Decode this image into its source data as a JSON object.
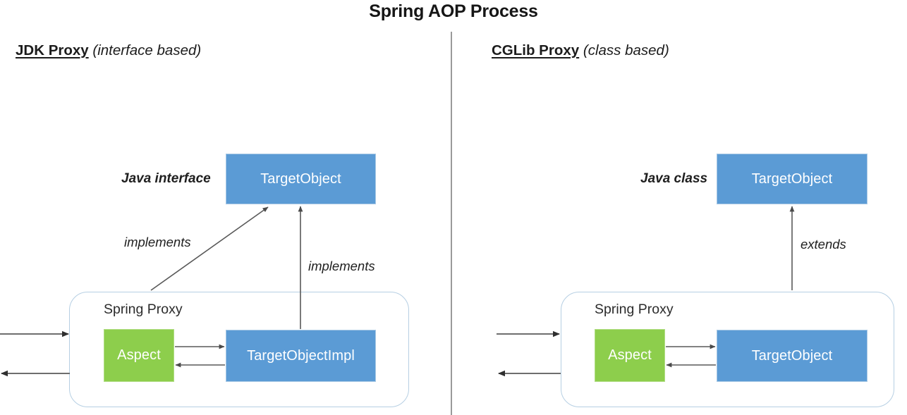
{
  "title": "Spring AOP Process",
  "panels": {
    "left": {
      "heading_strong": "JDK Proxy",
      "heading_italic": " (interface based)",
      "type_label": "Java interface",
      "top_node": "TargetObject",
      "proxy_label": "Spring Proxy",
      "aspect_node": "Aspect",
      "impl_node": "TargetObjectImpl",
      "edge_diagonal": "implements",
      "edge_vertical": "implements"
    },
    "right": {
      "heading_strong": "CGLib Proxy",
      "heading_italic": " (class based)",
      "type_label": "Java class",
      "top_node": "TargetObject",
      "proxy_label": "Spring Proxy",
      "aspect_node": "Aspect",
      "impl_node": "TargetObject",
      "edge_vertical": "extends"
    }
  },
  "colors": {
    "node_blue": "#5B9BD5",
    "node_green": "#8DCE4C",
    "proxy_border": "#b6cfe3",
    "arrow": "#595959",
    "divider": "#9a9a9a",
    "text": "#1a1a1a"
  }
}
